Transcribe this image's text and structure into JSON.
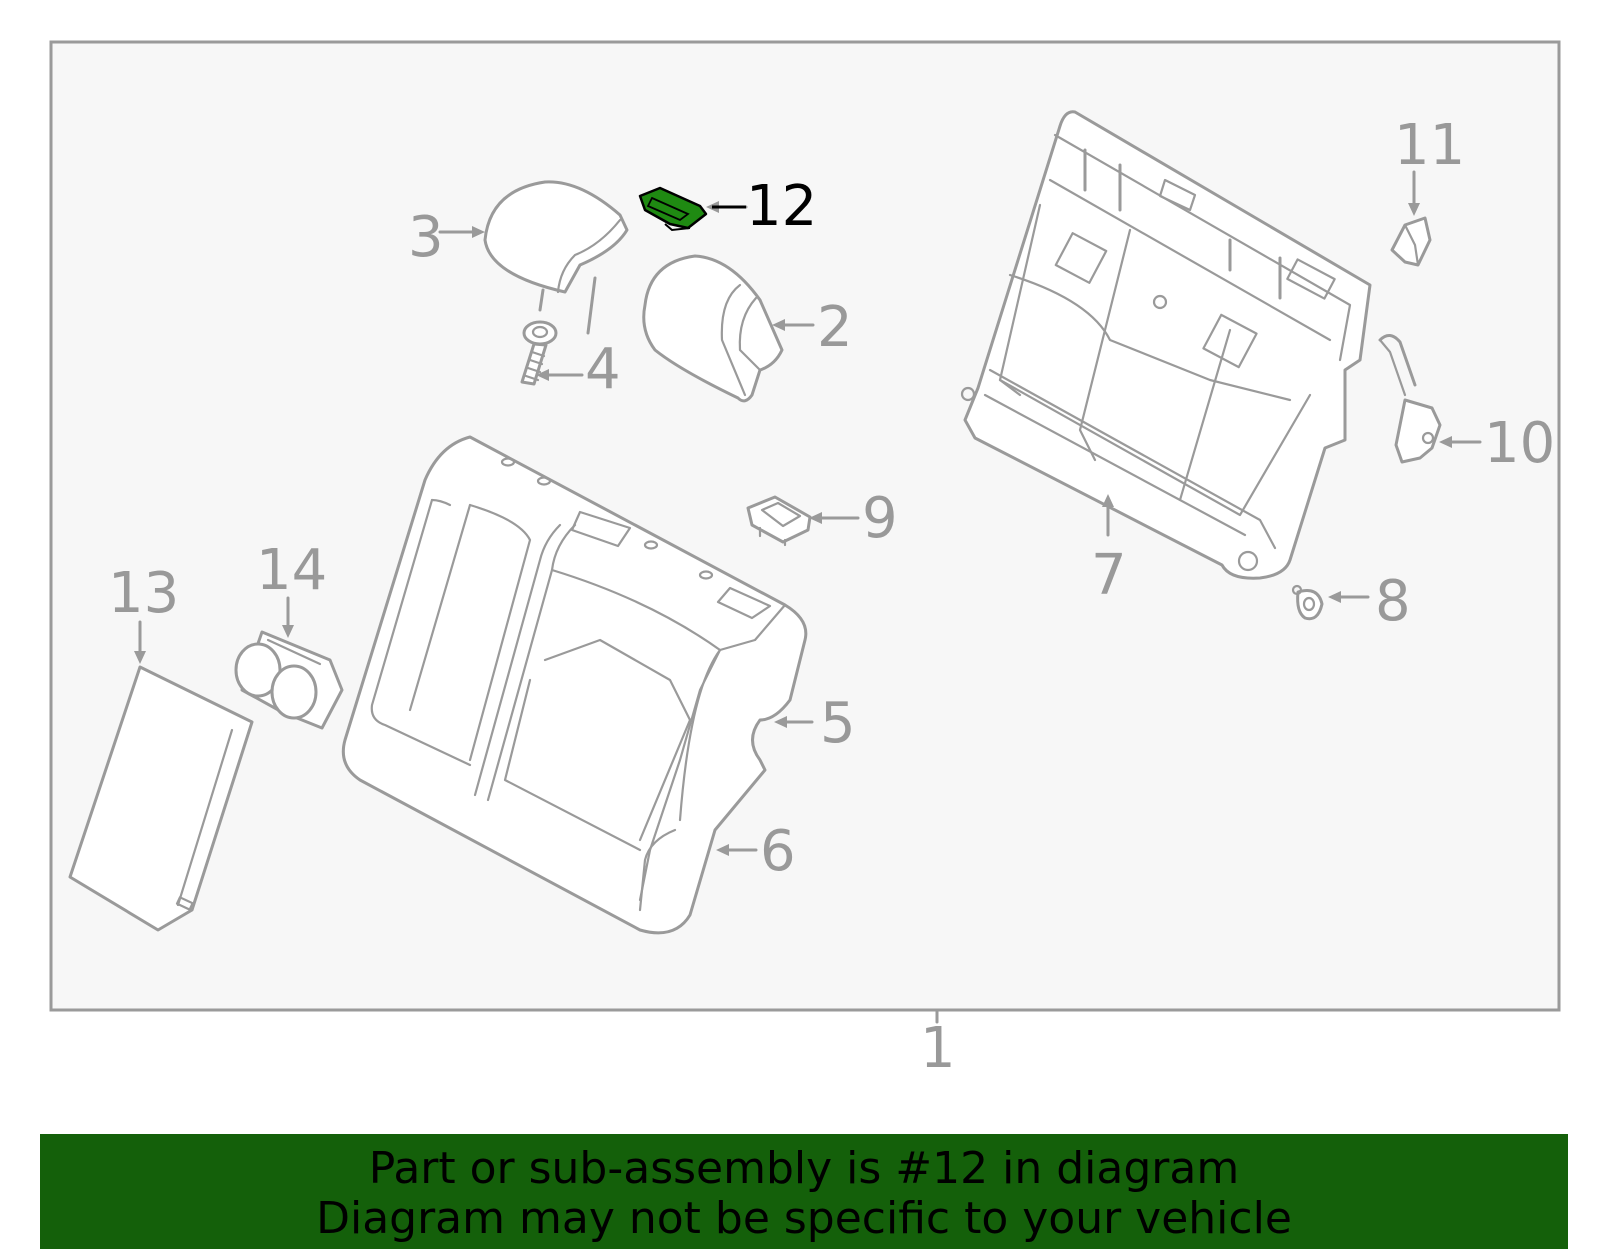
{
  "colors": {
    "frame_stroke": "#9a9a9a",
    "frame_fill": "#f7f7f7",
    "callout_text": "#999999",
    "highlight_part": "#1f8a12",
    "banner_bg": "#14600a",
    "banner_text": "#000000"
  },
  "callouts": {
    "c1": "1",
    "c2": "2",
    "c3": "3",
    "c4": "4",
    "c5": "5",
    "c6": "6",
    "c7": "7",
    "c8": "8",
    "c9": "9",
    "c10": "10",
    "c11": "11",
    "c12": "12",
    "c13": "13",
    "c14": "14"
  },
  "highlighted_part": "12",
  "banner": {
    "line1": "Part or sub-assembly is #12 in diagram",
    "line2": "Diagram may not be specific to your vehicle"
  }
}
